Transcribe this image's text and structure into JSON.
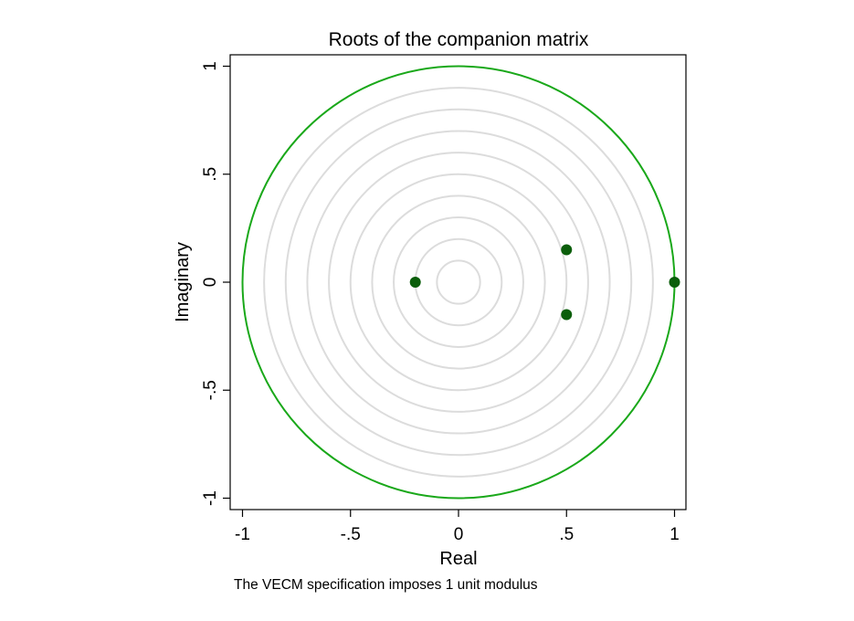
{
  "chart_data": {
    "type": "scatter",
    "title": "Roots of the companion matrix",
    "xlabel": "Real",
    "ylabel": "Imaginary",
    "xlim": [
      -1.05,
      1.05
    ],
    "ylim": [
      -1.05,
      1.05
    ],
    "x_ticks": [
      -1,
      -0.5,
      0,
      0.5,
      1
    ],
    "x_tick_labels": [
      "-1",
      "-.5",
      "0",
      ".5",
      "1"
    ],
    "y_ticks": [
      -1,
      -0.5,
      0,
      0.5,
      1
    ],
    "y_tick_labels": [
      "-1",
      "-.5",
      "0",
      ".5",
      "1"
    ],
    "grid_circles": [
      0.1,
      0.2,
      0.3,
      0.4,
      0.5,
      0.6,
      0.7,
      0.8,
      0.9
    ],
    "unit_circle_radius": 1,
    "points": [
      {
        "x": -0.2,
        "y": 0
      },
      {
        "x": 0.5,
        "y": 0.15
      },
      {
        "x": 0.5,
        "y": -0.15
      },
      {
        "x": 1.0,
        "y": 0
      }
    ],
    "note": "The VECM specification imposes 1 unit modulus",
    "colors": {
      "unit_circle": "#1aa81a",
      "grid_circle": "#dcdcdc",
      "points": "#0b5e0b",
      "axes": "#000000"
    }
  }
}
